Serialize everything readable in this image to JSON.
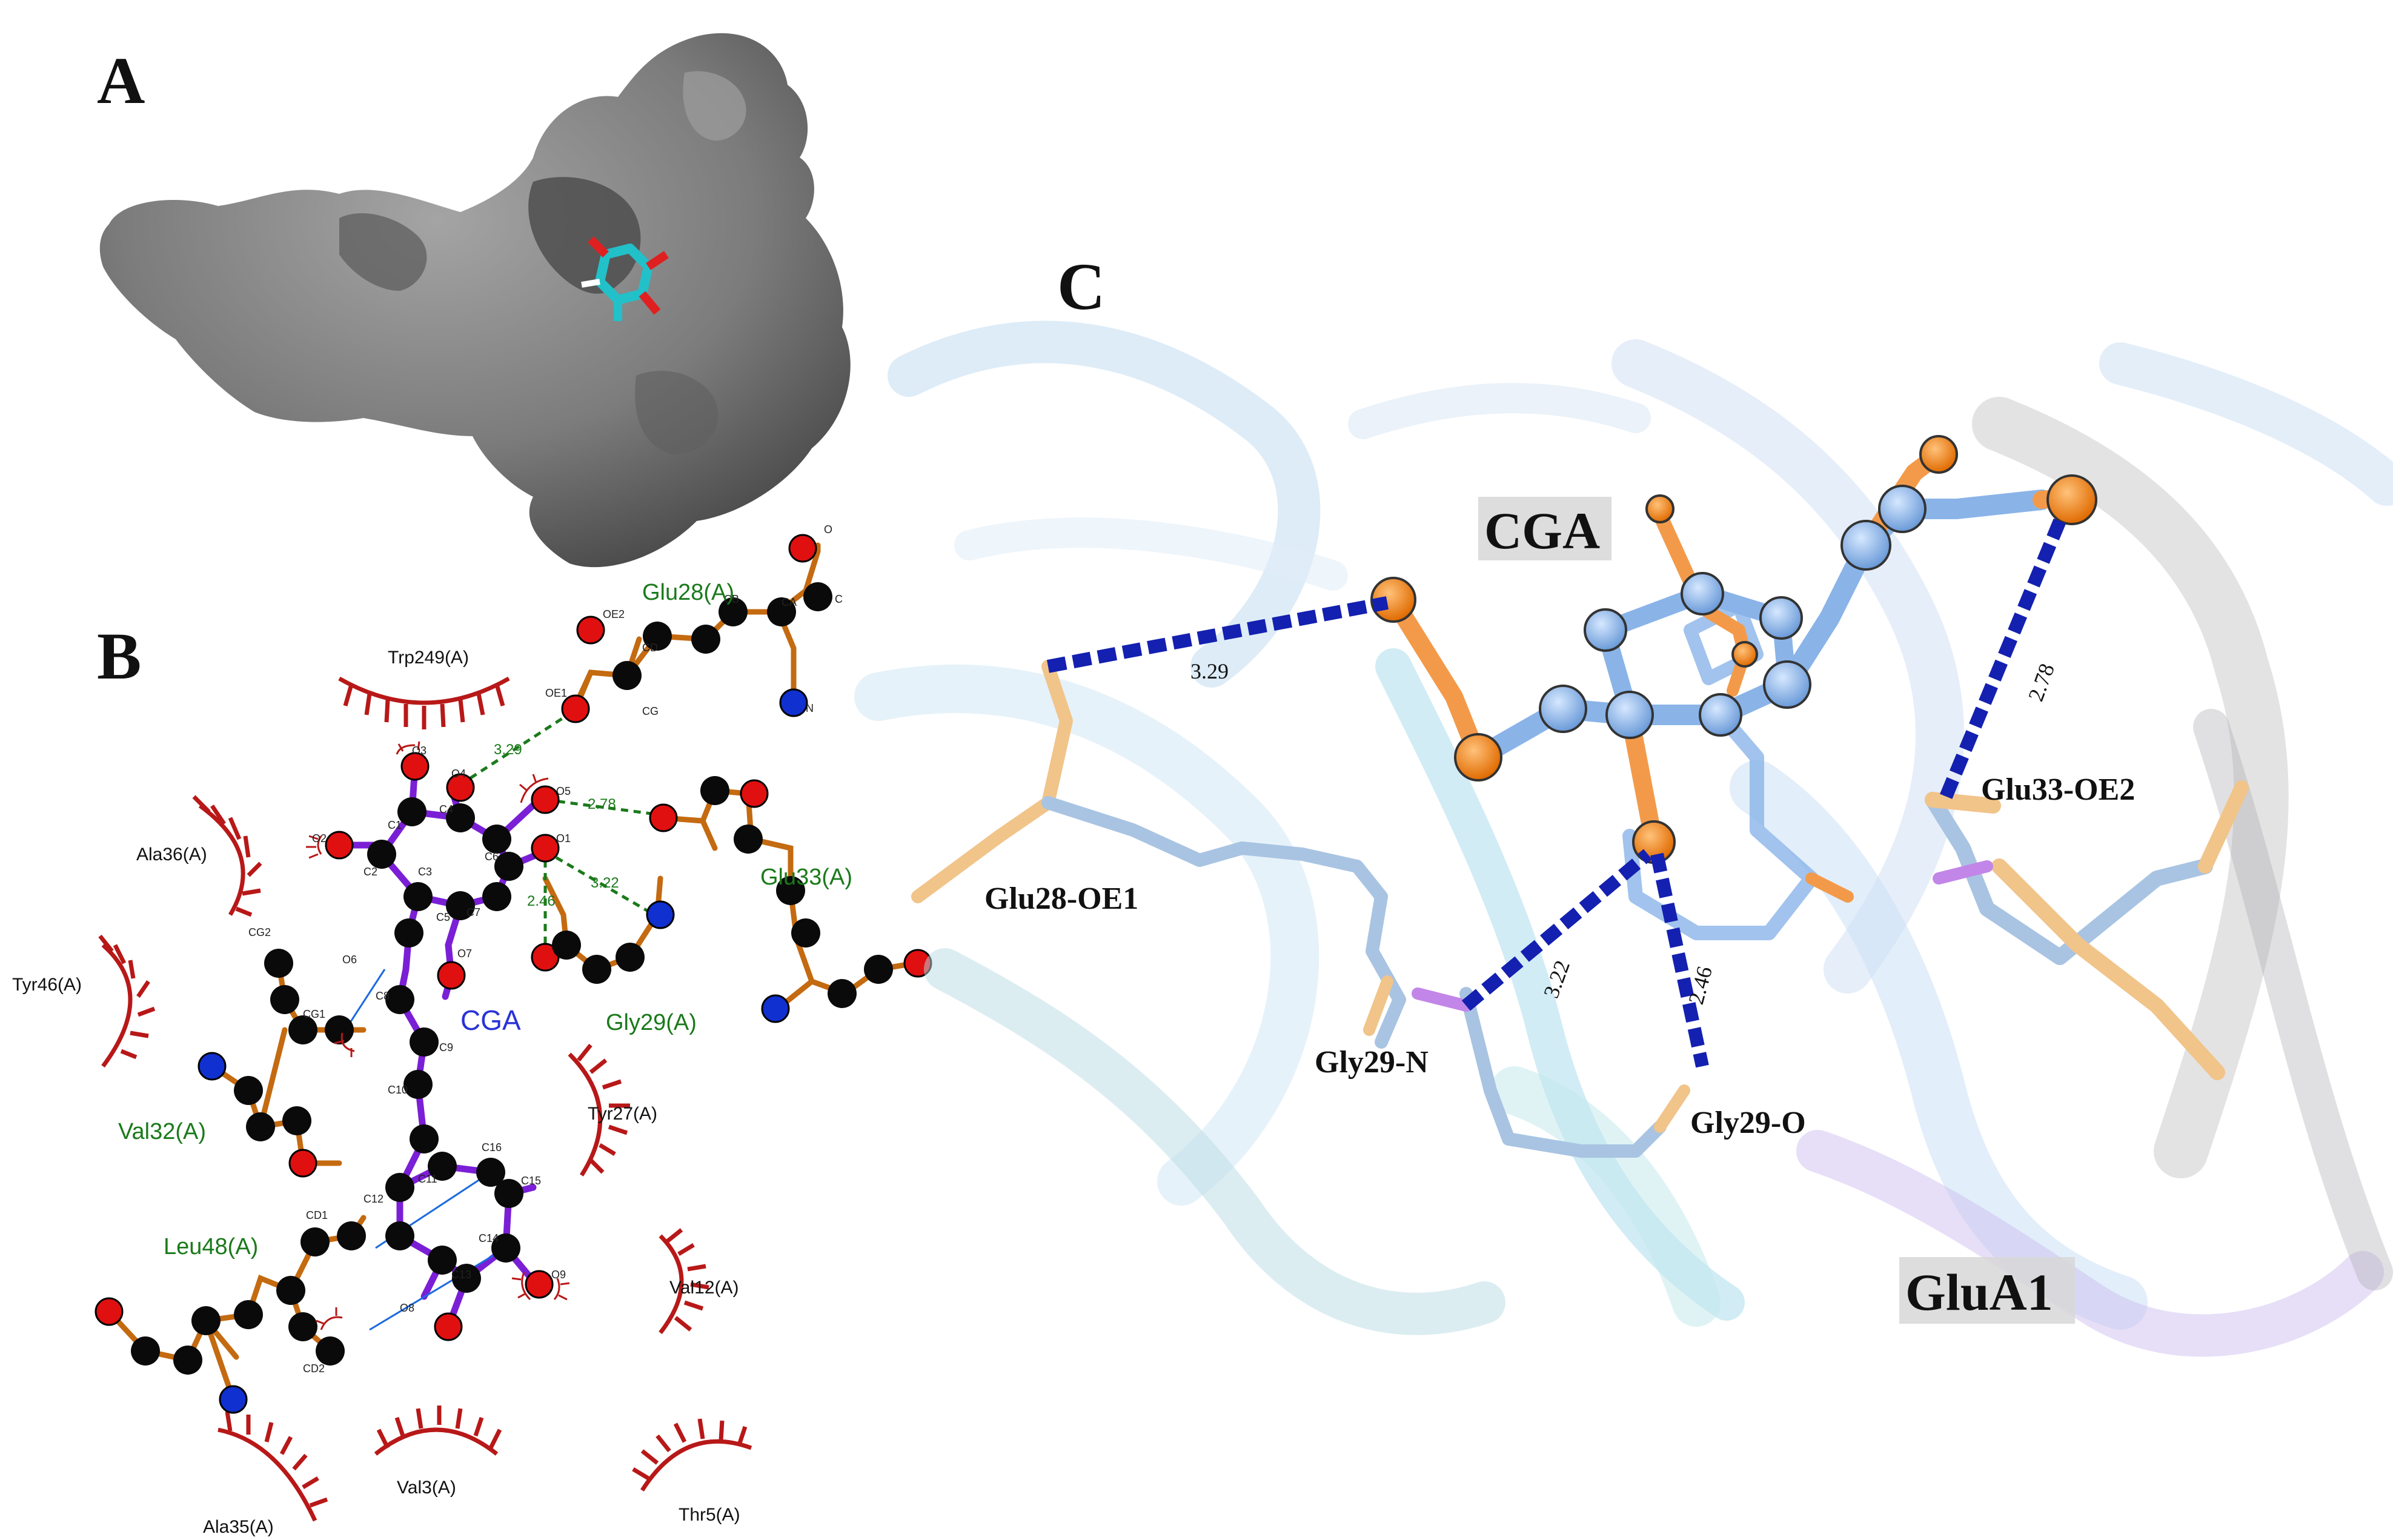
{
  "panels": {
    "a": {
      "letter": "A"
    },
    "b": {
      "letter": "B",
      "ligand": "CGA",
      "hbond_residues": [
        {
          "name": "Glu28(A)"
        },
        {
          "name": "Glu33(A)"
        },
        {
          "name": "Gly29(A)"
        },
        {
          "name": "Val32(A)"
        },
        {
          "name": "Leu48(A)"
        }
      ],
      "hydrophobic_residues": [
        {
          "name": "Trp249(A)"
        },
        {
          "name": "Ala36(A)"
        },
        {
          "name": "Tyr46(A)"
        },
        {
          "name": "Tyr27(A)"
        },
        {
          "name": "Val12(A)"
        },
        {
          "name": "Val3(A)"
        },
        {
          "name": "Ala35(A)"
        },
        {
          "name": "Thr5(A)"
        }
      ],
      "distances": [
        "3.29",
        "2.78",
        "3.22",
        "2.46"
      ],
      "atom_labels": {
        "o": "O",
        "c": "C",
        "ca": "CA",
        "cb": "CB",
        "cg": "CG",
        "cd": "CD",
        "oe1": "OE1",
        "oe2": "OE2",
        "n": "N",
        "o1": "O1",
        "o3": "O3",
        "o2": "O2",
        "o4": "O4",
        "o5": "O5",
        "o6": "O6",
        "o7": "O7",
        "o8": "O8",
        "o9": "O9",
        "c1": "C1",
        "c2": "C2",
        "c3": "C3",
        "c4": "C4",
        "c5": "C5",
        "c6": "C6",
        "c7": "C7",
        "c8": "C8",
        "c9": "C9",
        "c10": "C10",
        "c11": "C11",
        "c12": "C12",
        "c13": "C13",
        "c14": "C14",
        "c15": "C15",
        "c16": "C16",
        "cg1": "CG1",
        "cg2": "CG2",
        "cd1": "CD1",
        "cd2": "CD2"
      }
    },
    "c": {
      "letter": "C",
      "ligand_label": "CGA",
      "protein_label": "GluA1",
      "interactions": [
        {
          "residue_atom": "Glu28-OE1",
          "distance": "3.29"
        },
        {
          "residue_atom": "Glu33-OE2",
          "distance": "2.78"
        },
        {
          "residue_atom": "Gly29-N",
          "distance": "3.22"
        },
        {
          "residue_atom": "Gly29-O",
          "distance": "2.46"
        }
      ]
    }
  },
  "colors": {
    "surface": "#7a7a7a",
    "carbon": "#0a0a0a",
    "oxygen": "#e01010",
    "nitrogen": "#1030d0",
    "ligand_bond": "#7a1fd6",
    "residue_bond": "#c46a10",
    "hbond_green": "#1a7a1a",
    "hydrophobic_arc": "#b81818",
    "hbond_blue": "#1420b0",
    "ligand_3d": "#8ab4e8",
    "oxygen_3d": "#f07a10"
  }
}
